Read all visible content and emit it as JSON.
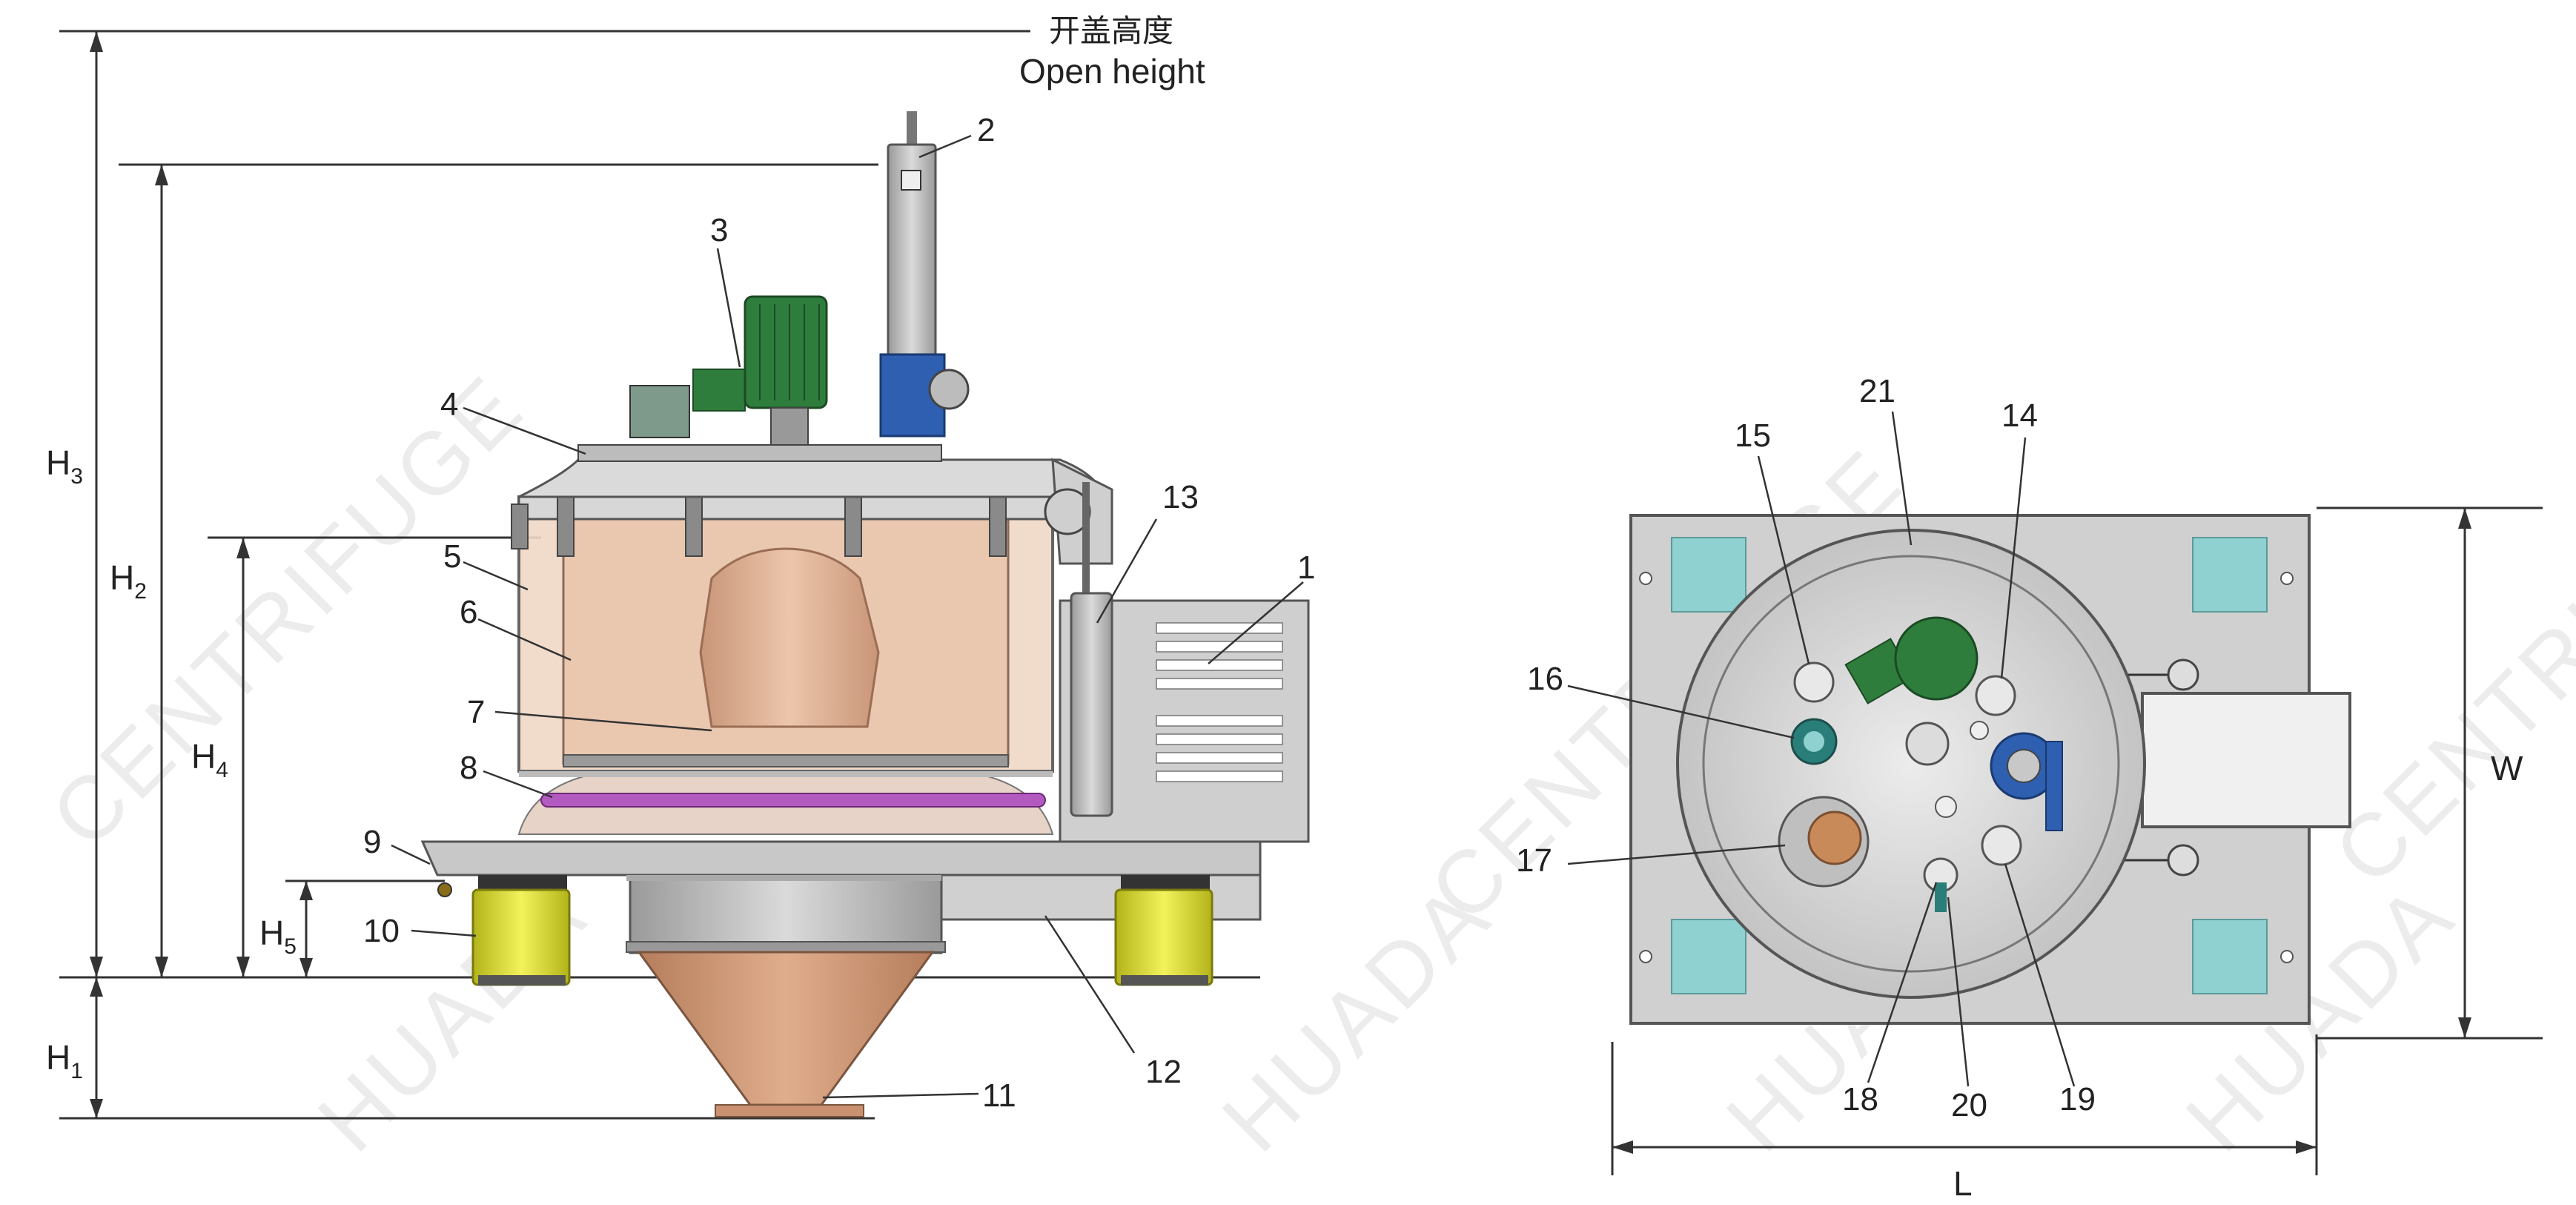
{
  "header": {
    "open_height_cn": "开盖高度",
    "open_height_en": "Open height"
  },
  "dimensions": {
    "h1": "H",
    "h1_sub": "1",
    "h2": "H",
    "h2_sub": "2",
    "h3": "H",
    "h3_sub": "3",
    "h4": "H",
    "h4_sub": "4",
    "h5": "H",
    "h5_sub": "5",
    "l": "L",
    "w": "W"
  },
  "callouts": {
    "c1": "1",
    "c2": "2",
    "c3": "3",
    "c4": "4",
    "c5": "5",
    "c6": "6",
    "c7": "7",
    "c8": "8",
    "c9": "9",
    "c10": "10",
    "c11": "11",
    "c12": "12",
    "c13": "13",
    "c14": "14",
    "c15": "15",
    "c16": "16",
    "c17": "17",
    "c18": "18",
    "c19": "19",
    "c20": "20",
    "c21": "21"
  },
  "watermark": {
    "text_a": "CENTRIFUGE",
    "text_b": "HUADA"
  },
  "colors": {
    "basket": "#d9a98c",
    "frame": "#cfcfcf",
    "motor": "#2f7d3c",
    "hydraulic": "#2e5fb0",
    "damper": "#d9d92a",
    "pads": "#8fd0d0",
    "ring": "#b35ac0"
  }
}
